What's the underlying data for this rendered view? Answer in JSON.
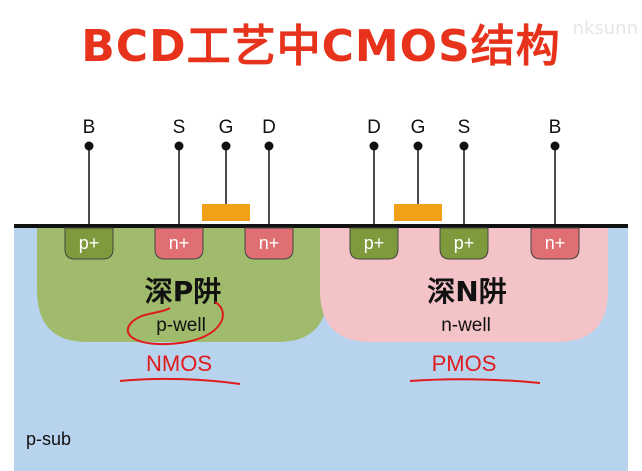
{
  "title": "BCD工艺中CMOS结构",
  "watermark": "nksunn",
  "nmos": {
    "terminals": [
      "B",
      "S",
      "G",
      "D"
    ],
    "contacts": [
      "p+",
      "n+",
      "n+"
    ],
    "well_cn": "深P阱",
    "well_en": "p-well",
    "device": "NMOS"
  },
  "pmos": {
    "terminals": [
      "D",
      "G",
      "S",
      "B"
    ],
    "contacts": [
      "p+",
      "p+",
      "n+"
    ],
    "well_cn": "深N阱",
    "well_en": "n-well",
    "device": "PMOS"
  },
  "substrate": "p-sub",
  "colors": {
    "title": "#e8331c",
    "substrate": "#b7d3ee",
    "p_well": "#9fbb6b",
    "n_well": "#f3c3c8",
    "p_plus": "#7f9a3c",
    "n_plus": "#e06f73",
    "gate": "#f2a017",
    "annotation": "#e01b1b"
  }
}
